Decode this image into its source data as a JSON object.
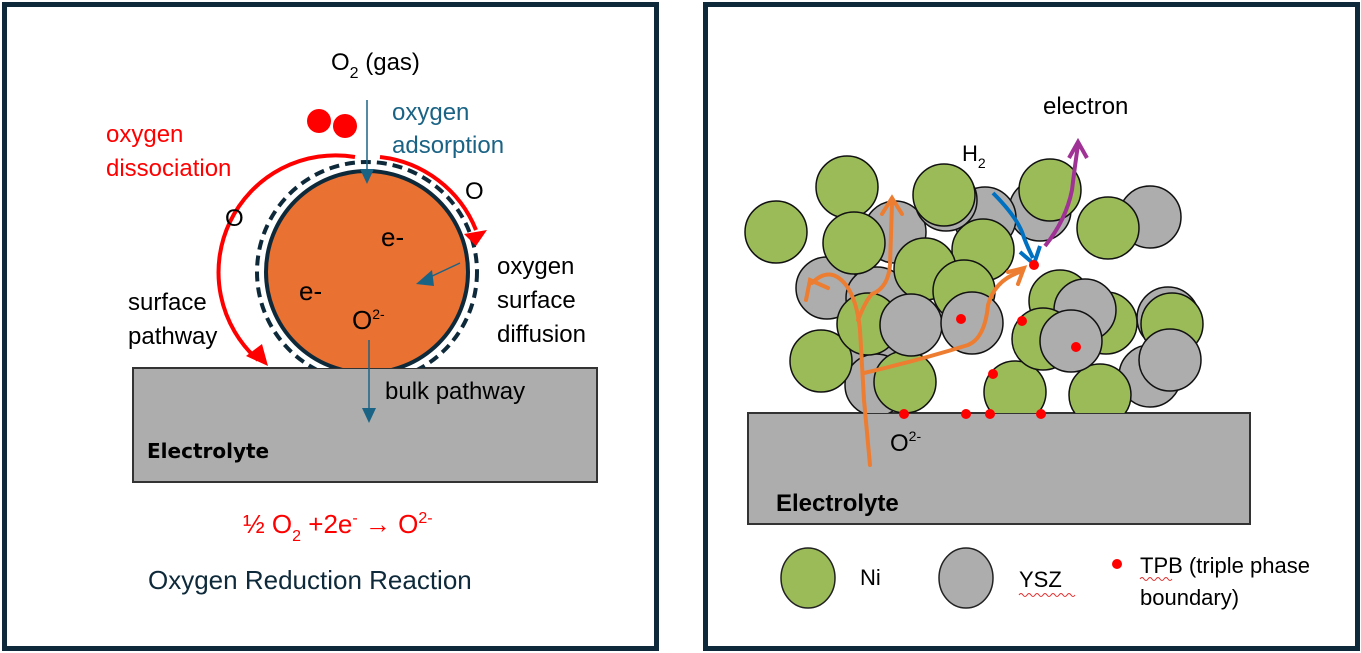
{
  "left_panel": {
    "gas_label": {
      "main": "O",
      "sub": "2",
      "suffix": " (gas)"
    },
    "adsorption_label": [
      "oxygen",
      "adsorption"
    ],
    "dissociation_label": [
      "oxygen",
      "dissociation"
    ],
    "atom_left": "O",
    "atom_right": "O",
    "electron_1": "e-",
    "electron_2": "e-",
    "oxide_ion": {
      "main": "O",
      "sup": "2-"
    },
    "surface_pathway_label": [
      "surface",
      "pathway"
    ],
    "surface_diffusion_label": [
      "oxygen",
      "surface",
      "diffusion"
    ],
    "bulk_pathway_label": "bulk pathway",
    "electrolyte_label": "Electrolyte",
    "equation": {
      "half": "½ O",
      "sub": "2",
      "middle": " +2e",
      "sup1": "-",
      "arrow": " → O",
      "sup2": "2-"
    },
    "caption": "Oxygen Reduction Reaction"
  },
  "right_panel": {
    "electron_label": "electron",
    "h2_label": {
      "main": "H",
      "sub": "2"
    },
    "oxide_ion": {
      "main": "O",
      "sup": "2-"
    },
    "electrolyte_label": "Electrolyte",
    "legend": [
      {
        "key": "ni",
        "label": "Ni"
      },
      {
        "key": "ysz",
        "label": "YSZ"
      },
      {
        "key": "tpb",
        "label": "TPB (triple phase",
        "label2": "boundary)"
      }
    ]
  },
  "colors": {
    "frame": "#0e2a3a",
    "orange_particle": "#e97132",
    "electrolyte": "#adadad",
    "red": "#ff0000",
    "teal_arrow": "#1b6385",
    "ni_green": "#9bbb59",
    "ysz_gray": "#adadad",
    "h2_blue": "#0070c0",
    "electron_purple": "#a03296",
    "ion_orange": "#ed7d31"
  }
}
